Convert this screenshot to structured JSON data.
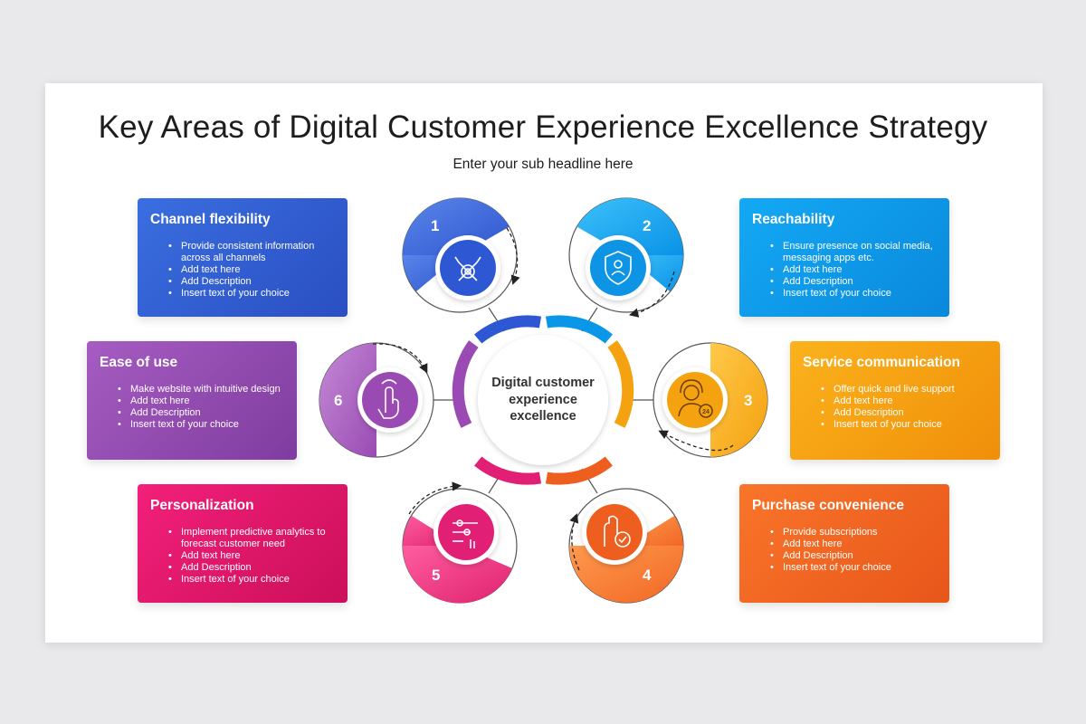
{
  "title": "Key Areas of Digital Customer Experience Excellence Strategy",
  "subtitle": "Enter your sub headline here",
  "center": {
    "lines": [
      "Digital customer",
      "experience",
      "excellence"
    ]
  },
  "steps": [
    {
      "number": "1",
      "icon": "gear-arrows-icon",
      "color": "#3a62d6"
    },
    {
      "number": "2",
      "icon": "shield-user-icon",
      "color": "#069ff0"
    },
    {
      "number": "3",
      "icon": "support-agent-24-icon",
      "color": "#f5a40c"
    },
    {
      "number": "4",
      "icon": "hand-check-icon",
      "color": "#f26a23"
    },
    {
      "number": "5",
      "icon": "slider-touch-icon",
      "color": "#ea2a7a"
    },
    {
      "number": "6",
      "icon": "touch-hand-icon",
      "color": "#9a4bb3"
    }
  ],
  "cards": {
    "channel": {
      "title": "Channel flexibility",
      "items": [
        "Provide consistent information across all channels",
        "Add text here",
        "Add Description",
        "Insert text of your choice"
      ]
    },
    "reach": {
      "title": "Reachability",
      "items": [
        "Ensure presence on social media, messaging apps etc.",
        "Add text here",
        "Add Description",
        "Insert text of your choice"
      ]
    },
    "service": {
      "title": "Service communication",
      "items": [
        "Offer quick and live support",
        "Add text here",
        "Add Description",
        "Insert text of your choice"
      ]
    },
    "purchase": {
      "title": "Purchase convenience",
      "items": [
        "Provide subscriptions",
        "Add text here",
        "Add Description",
        "Insert text of your choice"
      ]
    },
    "personal": {
      "title": "Personalization",
      "items": [
        "Implement predictive analytics to forecast customer need",
        "Add text here",
        "Add Description",
        "Insert text of your choice"
      ]
    },
    "ease": {
      "title": "Ease of use",
      "items": [
        "Make website with intuitive design",
        "Add text here",
        "Add Description",
        "Insert text of your choice"
      ]
    }
  }
}
